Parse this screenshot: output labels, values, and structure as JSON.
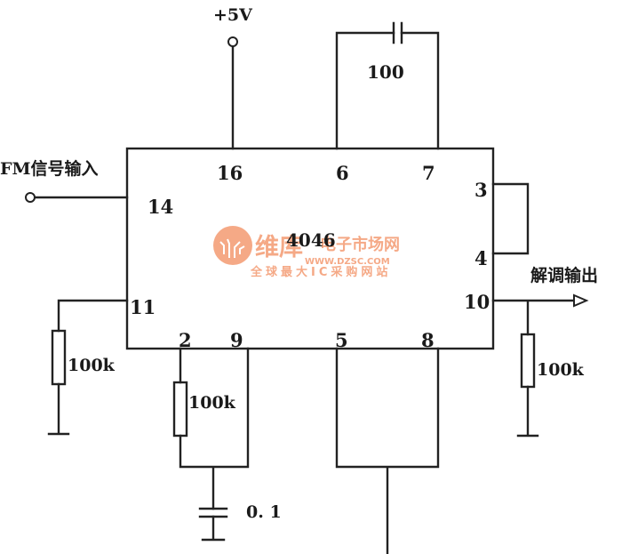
{
  "chip": {
    "name": "4046"
  },
  "supply": {
    "label": "+5V"
  },
  "input": {
    "label": "FM信号输入"
  },
  "output": {
    "label": "解调输出"
  },
  "pins": {
    "p16": "16",
    "p6": "6",
    "p7": "7",
    "p14": "14",
    "p3": "3",
    "p4": "4",
    "p11": "11",
    "p10": "10",
    "p2": "2",
    "p9": "9",
    "p5": "5",
    "p8": "8"
  },
  "components": {
    "c_top": "100",
    "r11": "100k",
    "r2": "100k",
    "r10": "100k",
    "c_bottom": "0. 1"
  },
  "watermark": {
    "brand": "维库电子市场网",
    "url": "WWW.DZSC.COM",
    "slogan": "全球最大IC采购网站"
  }
}
